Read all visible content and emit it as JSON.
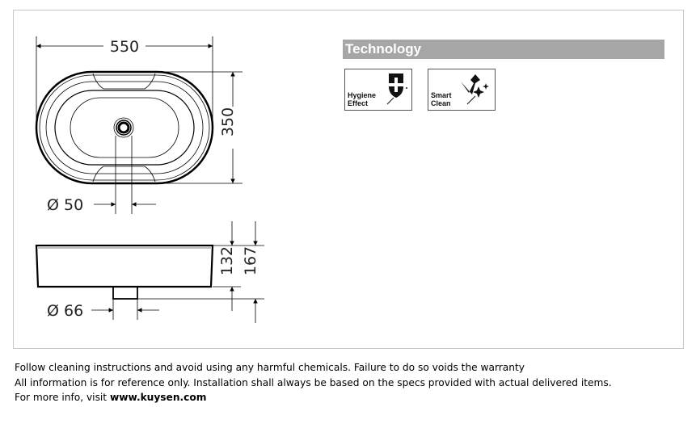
{
  "technology": {
    "title": "Technology",
    "badges": [
      {
        "line1": "Hygiene",
        "line2": "Effect",
        "icon": "shield-plus-icon"
      },
      {
        "line1": "Smart",
        "line2": "Clean",
        "icon": "sparkle-clean-icon"
      }
    ]
  },
  "dimensions": {
    "width": "550",
    "depth": "350",
    "drain_diameter": "Ø 50",
    "bowl_height": "132",
    "total_height": "167",
    "waste_diameter": "Ø 66"
  },
  "footer": {
    "line1": "Follow cleaning instructions and avoid using any harmful chemicals. Failure to do so voids the warranty",
    "line2": "All information is for reference only. Installation shall always be based on the specs provided with actual delivered items.",
    "line3_prefix": "For more info, visit ",
    "line3_link": "www.kuysen.com"
  }
}
